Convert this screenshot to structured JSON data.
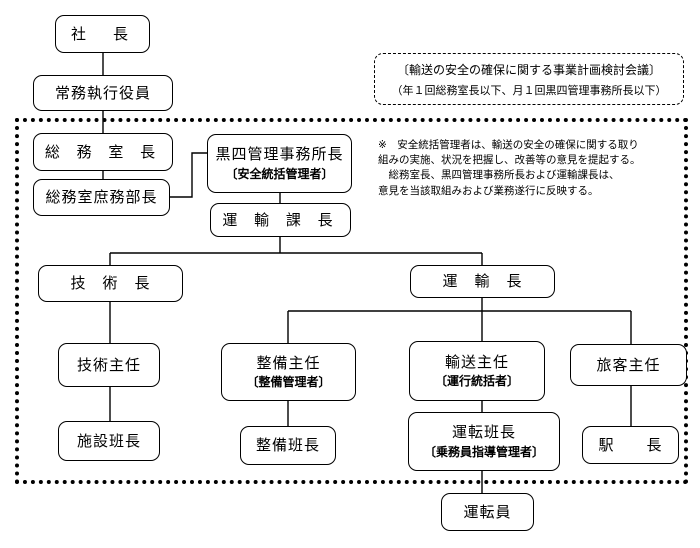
{
  "org": {
    "president": "社　長",
    "executive": "常務執行役員",
    "general_affairs_head": "総 務 室 長",
    "general_affairs_dept_head": "総務室庶務部長",
    "office_head": "黒四管理事務所長",
    "office_head_role": "〔安全統括管理者〕",
    "transport_section_head": "運 輸 課 長",
    "technical_head": "技　術　長",
    "transport_head": "運　輸　長",
    "technical_chief": "技術主任",
    "maintenance_chief": "整備主任",
    "maintenance_chief_role": "〔整備管理者〕",
    "transport_chief": "輸送主任",
    "transport_chief_role": "〔運行統括者〕",
    "passenger_chief": "旅客主任",
    "facility_team_head": "施設班長",
    "maintenance_team_head": "整備班長",
    "operation_team_head": "運転班長",
    "operation_team_head_role": "〔乗務員指導管理者〕",
    "station_head": "駅　　長",
    "driver": "運転員"
  },
  "meeting": {
    "title": "〔輸送の安全の確保に関する事業計画検討会議〕",
    "members": "（年１回総務室長以下、月１回黒四管理事務所長以下）"
  },
  "note": {
    "lines": [
      "※　安全統括管理者は、輸送の安全の確保に関する取り",
      "組みの実施、状況を把握し、改善等の意見を提起する。",
      "　総務室長、黒四管理事務所長および運輸課長は、",
      "意見を当該取組みおよび業務遂行に反映する。"
    ]
  }
}
